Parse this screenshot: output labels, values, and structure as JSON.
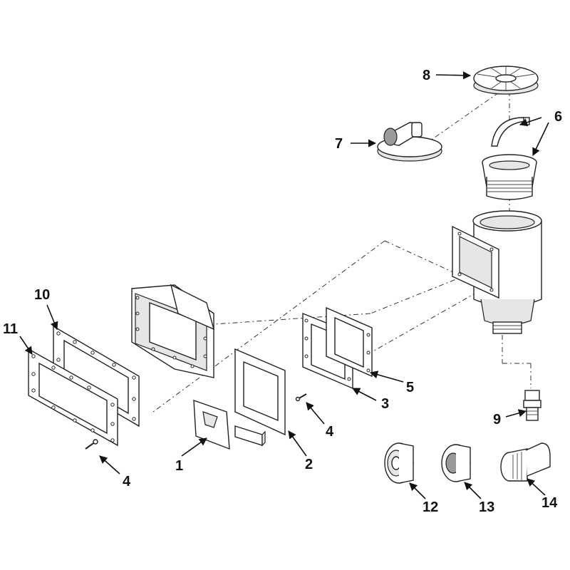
{
  "callouts": {
    "c1": "1",
    "c2": "2",
    "c3": "3",
    "c4a": "4",
    "c4b": "4",
    "c5": "5",
    "c6": "6",
    "c7": "7",
    "c8": "8",
    "c9": "9",
    "c10": "10",
    "c11": "11",
    "c12": "12",
    "c13": "13",
    "c14": "14"
  }
}
